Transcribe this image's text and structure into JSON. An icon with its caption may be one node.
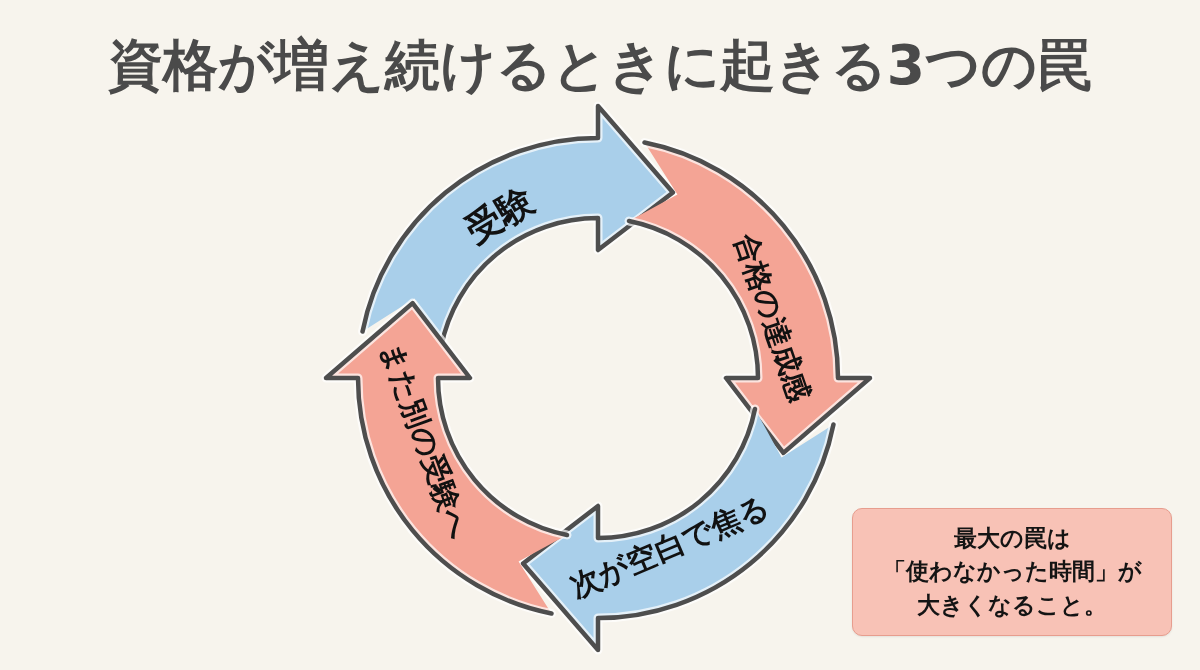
{
  "diagram": {
    "title": "資格が増え続けるときに起きる3つの罠",
    "nodes": [
      {
        "text": [
          "受験"
        ]
      },
      {
        "text": [
          "合格の達成感"
        ]
      },
      {
        "text": [
          "次が空白で焦る"
        ]
      },
      {
        "text": [
          "また別の受験へ"
        ]
      },
      {
        "text": [
          "最大の罠は「使わなかった時間」が大きくなること。"
        ]
      }
    ]
  }
}
